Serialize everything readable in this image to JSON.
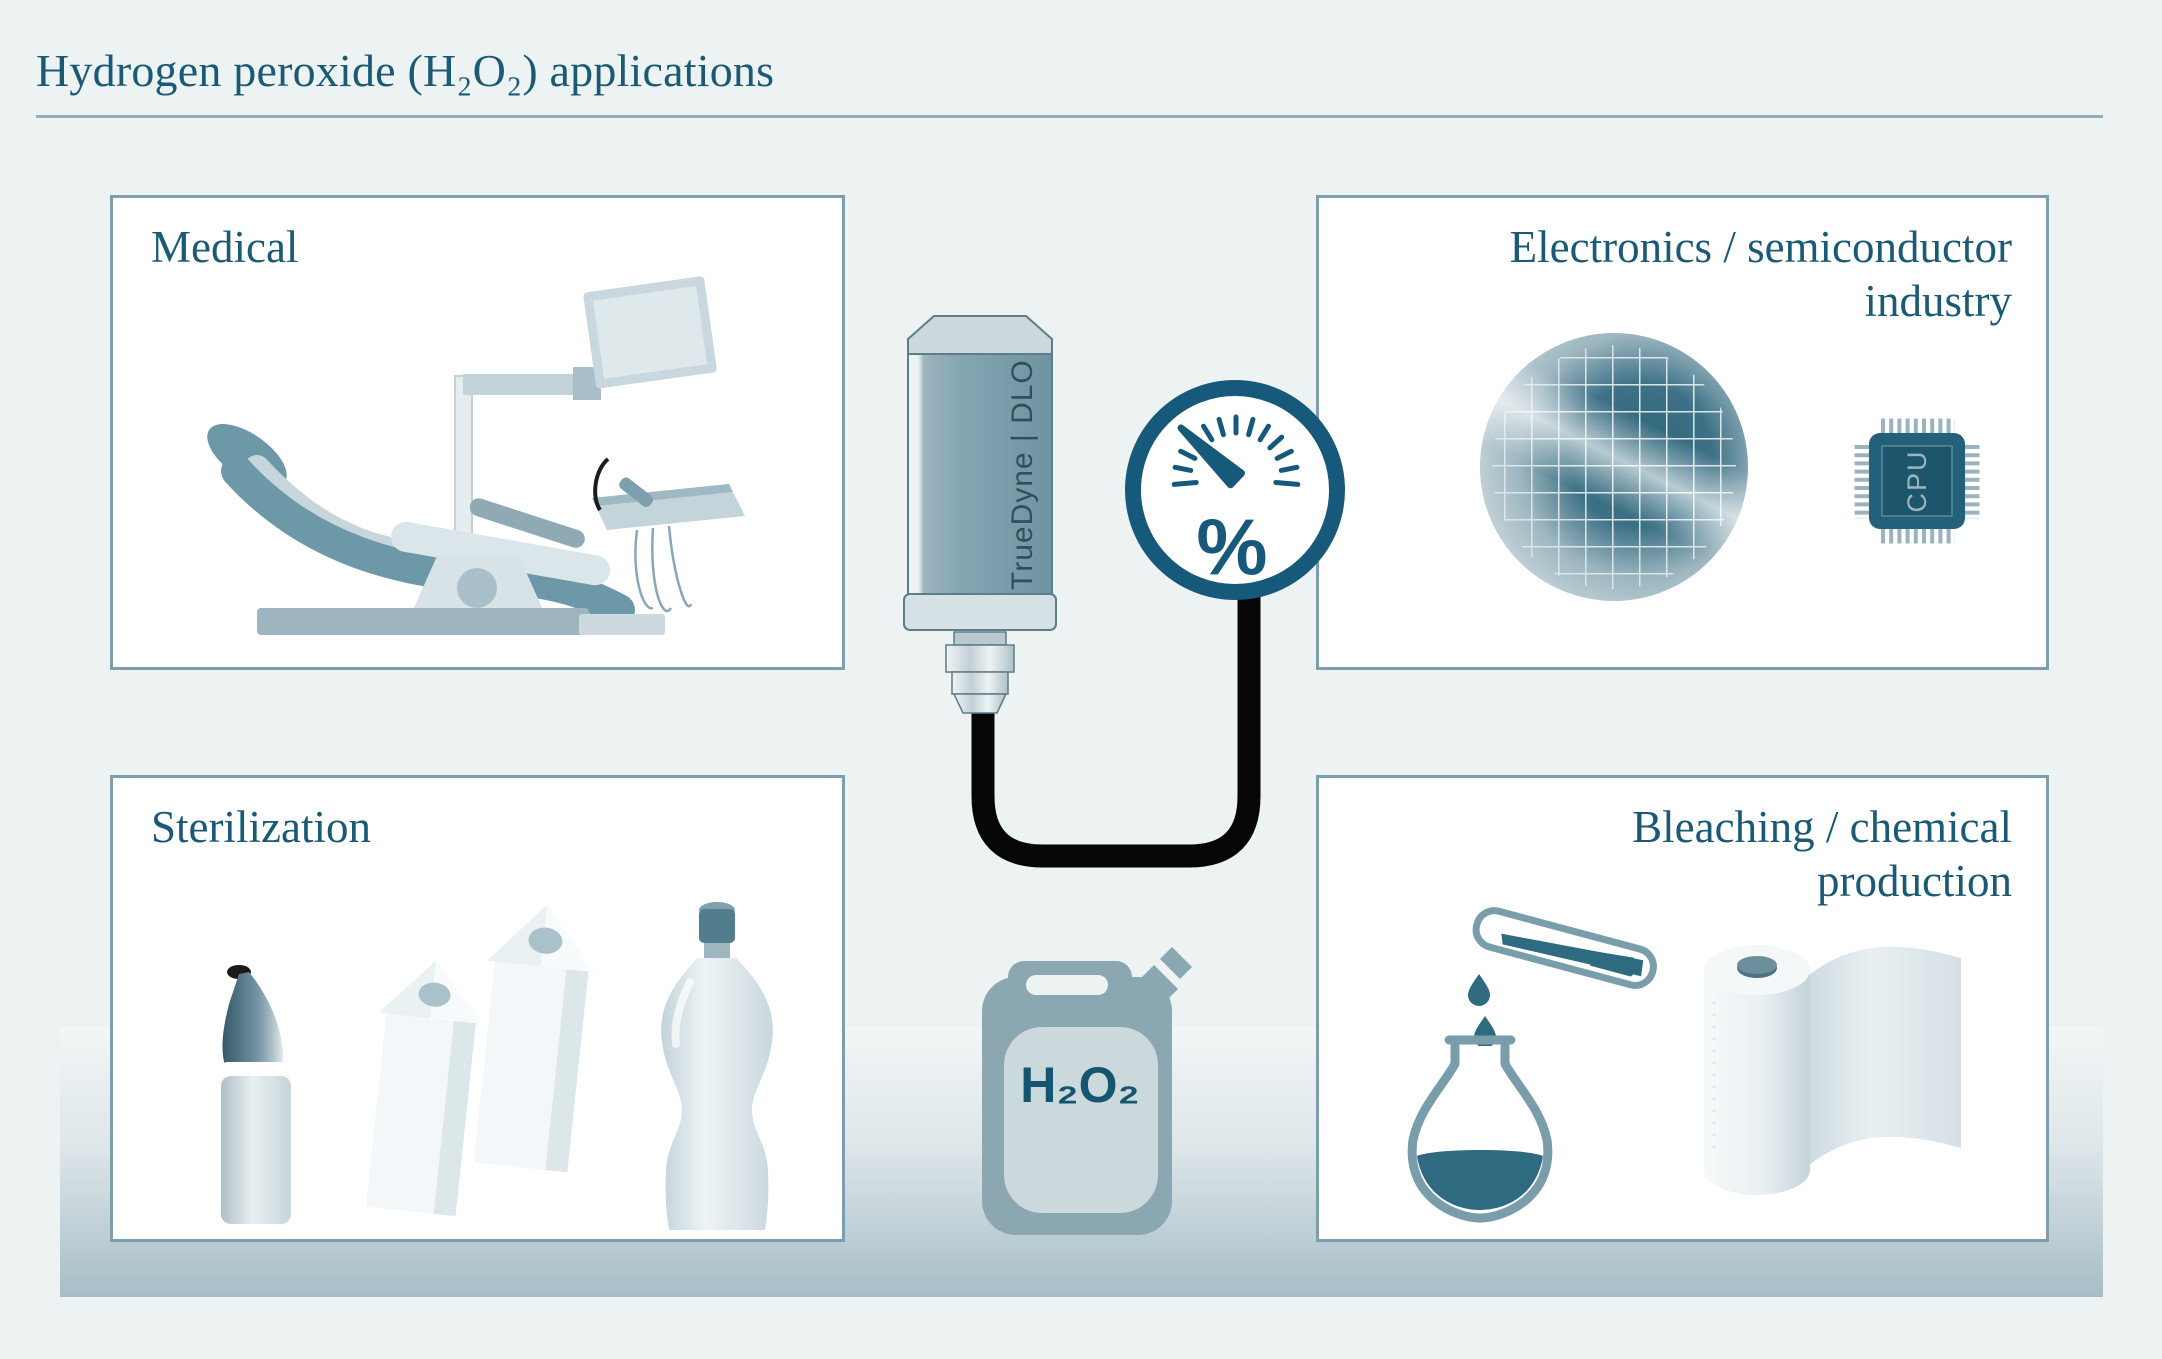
{
  "page": {
    "title": "Hydrogen peroxide (H₂O₂) applications",
    "background_color": "#edf2f2",
    "accent_color": "#1b5a75"
  },
  "panels": {
    "medical": {
      "title": "Medical"
    },
    "electronics": {
      "title_line1": "Electronics / semiconductor",
      "title_line2": "industry"
    },
    "sterilization": {
      "title": "Sterilization"
    },
    "bleaching": {
      "title_line1": "Bleaching / chemical",
      "title_line2": "production"
    }
  },
  "sensor": {
    "label": "TrueDyne | DLO"
  },
  "gauge": {
    "unit_label": "%"
  },
  "canister": {
    "label": "H₂O₂"
  },
  "chip": {
    "label": "CPU"
  },
  "colors": {
    "panel_border": "#7d9ead",
    "icon_teal": "#17597a",
    "liquid_teal": "#2e6a80",
    "device_body": "#7fa2b0",
    "canister_body": "#8ba7b1",
    "floor_band_bottom": "#a6bdc7"
  }
}
